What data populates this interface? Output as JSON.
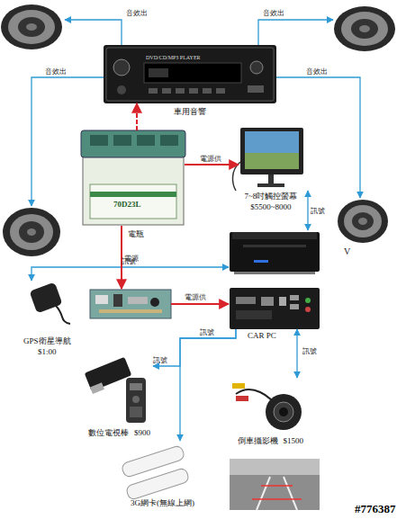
{
  "diagram": {
    "nodes": [
      {
        "text": [
          "車用音響"
        ]
      },
      {
        "text": [
          "電瓶"
        ]
      },
      {
        "text": [
          "7~8吋觸控螢幕",
          "$5500~8000"
        ]
      },
      {
        "text": [
          "CAR PC"
        ]
      },
      {
        "text": [
          "GPS衛星導航",
          "$1:00"
        ]
      },
      {
        "text": [
          "數位電視棒",
          "$900"
        ]
      },
      {
        "text": [
          "倒車攝影機",
          "$1500"
        ]
      },
      {
        "text": [
          "3G網卡(無線上網)"
        ]
      }
    ],
    "edges": [
      {
        "from": 1,
        "to": 0,
        "arrow": "to"
      },
      {
        "from": 1,
        "to": 2,
        "label": "電源供",
        "arrow": "to"
      },
      {
        "from": 3,
        "to": 5,
        "label": "訊號",
        "arrow": "to"
      },
      {
        "from": 3,
        "to": 7,
        "label": "訊號",
        "arrow": "to"
      },
      {
        "from": 3,
        "to": 6,
        "label": "訊號",
        "arrow": "both"
      }
    ],
    "labels": [
      "DVD/CD/MP3 PLAYER",
      "70D23L",
      "音效出",
      "音效出",
      "音效出",
      "音效出",
      "訊號",
      "訊號",
      "電源",
      "電源供",
      "V",
      "#776387"
    ]
  }
}
